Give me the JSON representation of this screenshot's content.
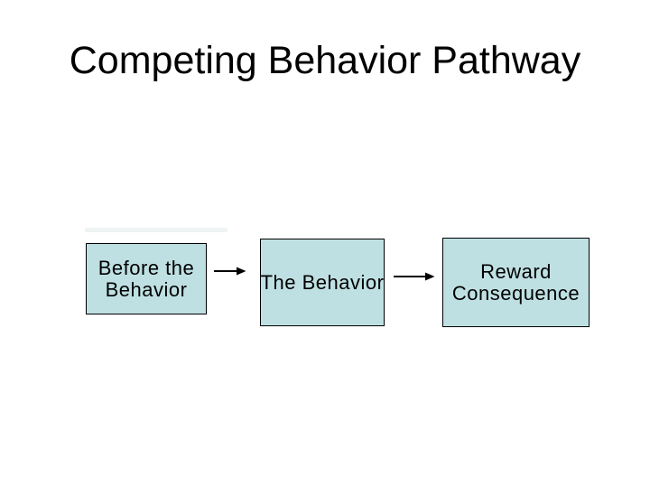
{
  "slide": {
    "title": "Competing Behavior Pathway",
    "background_color": "#ffffff",
    "title_color": "#000000"
  },
  "diagram": {
    "type": "flow",
    "box_fill_color": "#bfe0e3",
    "box_border_color": "#000000",
    "text_color": "#000000",
    "arrow_color": "#000000",
    "boxes": [
      {
        "name": "before-the-behavior",
        "line1": "Before the",
        "line2": "Behavior"
      },
      {
        "name": "the-behavior",
        "line1": "The Behavior"
      },
      {
        "name": "reward-consequence",
        "line1": "Reward",
        "line2": "Consequence"
      }
    ],
    "arrows": [
      {
        "name": "before-to-behavior",
        "direction": "right"
      },
      {
        "name": "behavior-to-reward",
        "direction": "right"
      }
    ]
  }
}
